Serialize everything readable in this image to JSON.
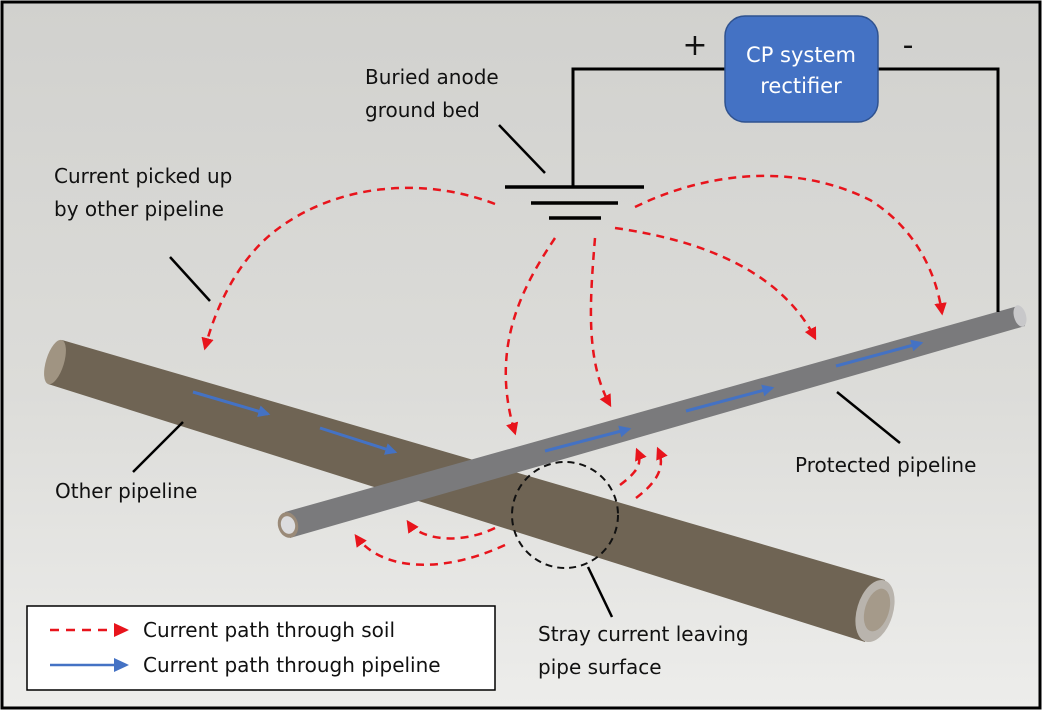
{
  "diagram": {
    "title": "Cathodic protection stray current interference",
    "rectifier": {
      "line1": "CP system",
      "line2": "rectifier",
      "plus": "+",
      "minus": "-",
      "color": "#4472c4"
    },
    "labels": {
      "anode_line1": "Buried anode",
      "anode_line2": "ground bed",
      "picked_up_line1": "Current picked up",
      "picked_up_line2": "by other pipeline",
      "other_pipeline": "Other pipeline",
      "protected_pipeline": "Protected pipeline",
      "stray_line1": "Stray current leaving",
      "stray_line2": "pipe surface"
    },
    "legend": {
      "items": [
        {
          "label": "Current path through soil",
          "style": "dashed",
          "color": "#e8141c"
        },
        {
          "label": "Current path through pipeline",
          "style": "solid",
          "color": "#4472c4"
        }
      ]
    },
    "colors": {
      "soil_current": "#e8141c",
      "pipeline_current": "#4472c4",
      "other_pipe": "#a89c8c",
      "protected_pipe": "#b8b8ba",
      "background_top": "#d2d2cf",
      "background_bottom": "#ececea"
    }
  }
}
